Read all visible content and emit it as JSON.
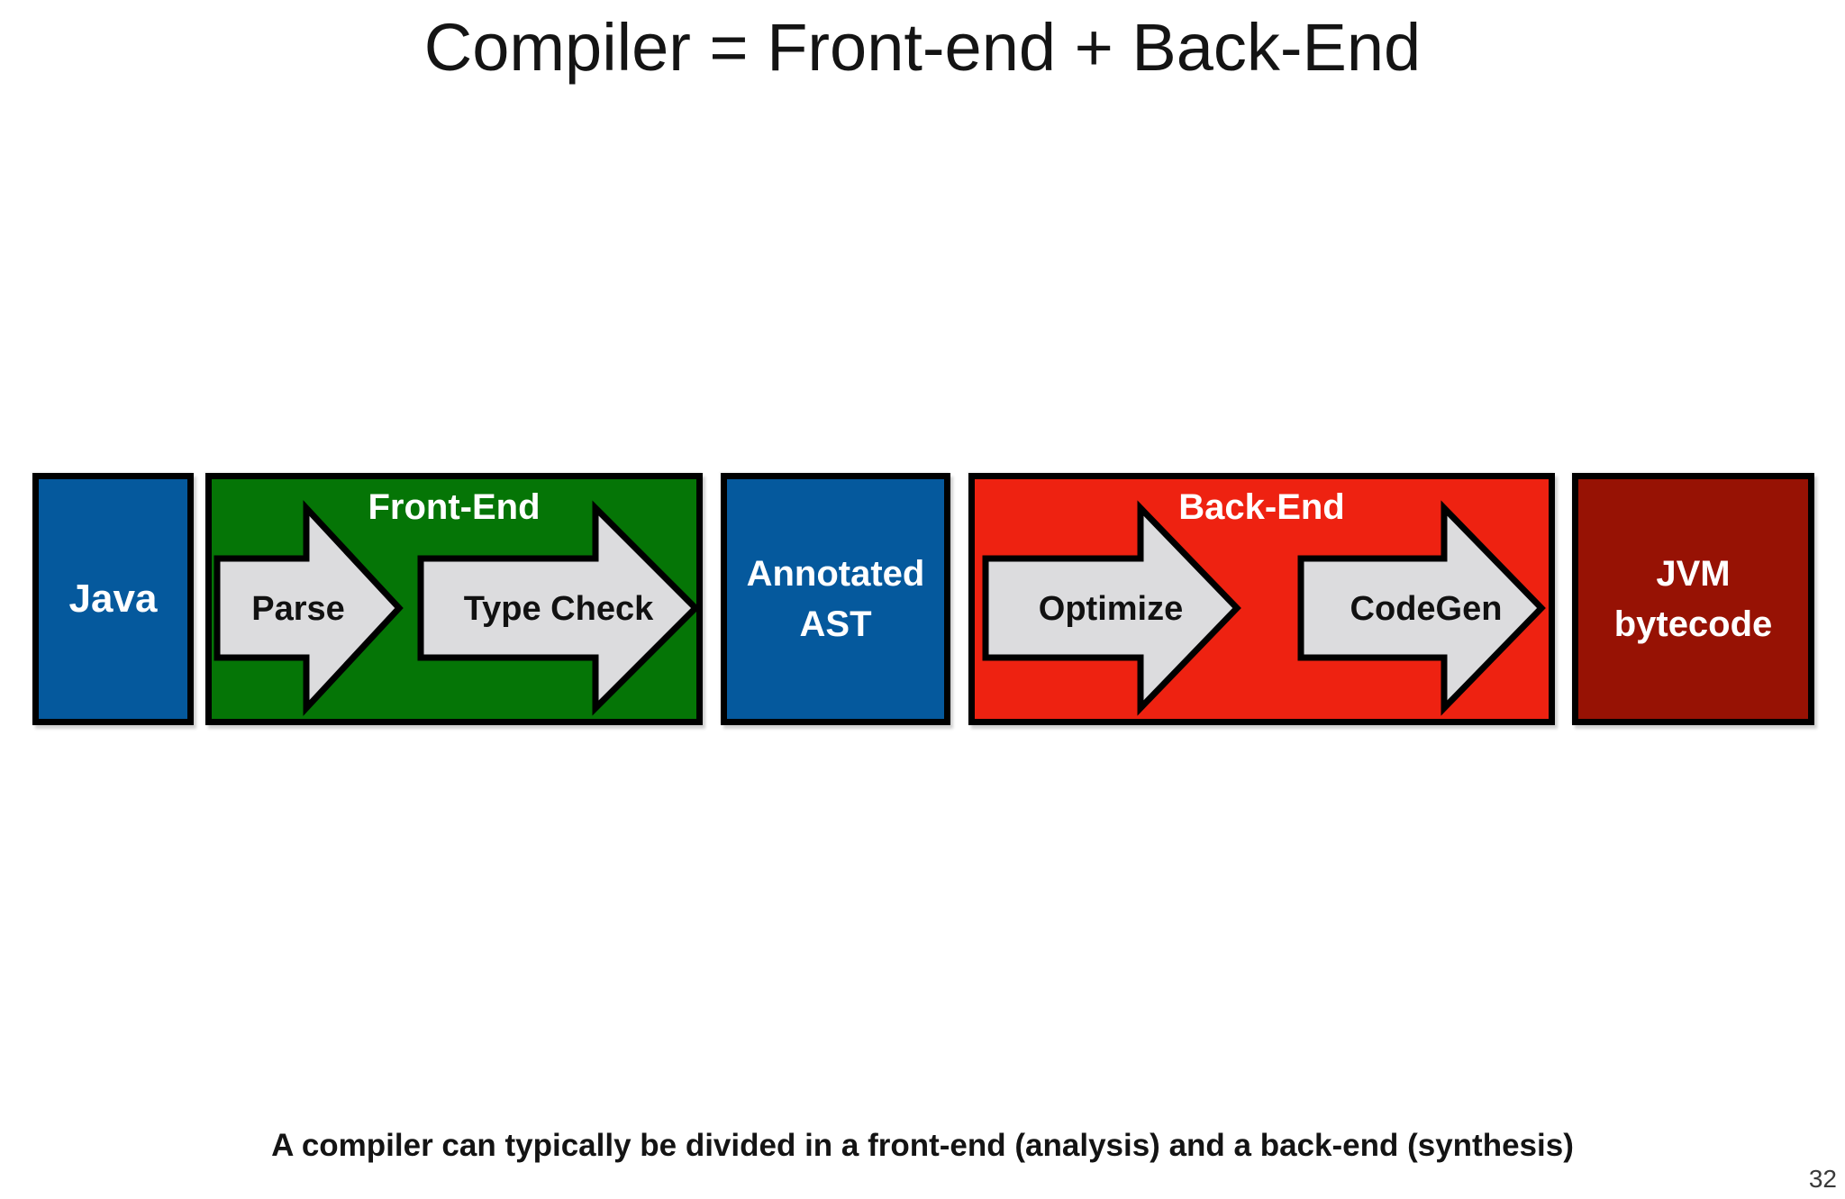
{
  "slide": {
    "title": "Compiler = Front-end + Back-End",
    "caption": "A compiler can typically be divided in a front-end (analysis) and a back-end (synthesis)",
    "page_number": "32",
    "background_color": "#ffffff"
  },
  "pipeline": {
    "arrow_fill": "#DCDCDE",
    "arrow_outline": "#000000",
    "box_border_color": "#000000",
    "java_box": {
      "label": "Java",
      "color": "#05599D",
      "text_color": "#ffffff"
    },
    "frontend_box": {
      "label": "Front-End",
      "color": "#057506",
      "text_color": "#ffffff",
      "arrows": [
        {
          "label": "Parse"
        },
        {
          "label": "Type Check"
        }
      ]
    },
    "ast_box": {
      "lines": [
        "Annotated",
        "AST"
      ],
      "color": "#05599D",
      "text_color": "#ffffff"
    },
    "backend_box": {
      "label": "Back-End",
      "color": "#EE2211",
      "text_color": "#ffffff",
      "arrows": [
        {
          "label": "Optimize"
        },
        {
          "label": "CodeGen"
        }
      ]
    },
    "jvm_box": {
      "lines": [
        "JVM",
        "bytecode"
      ],
      "color": "#971204",
      "text_color": "#ffffff"
    }
  }
}
